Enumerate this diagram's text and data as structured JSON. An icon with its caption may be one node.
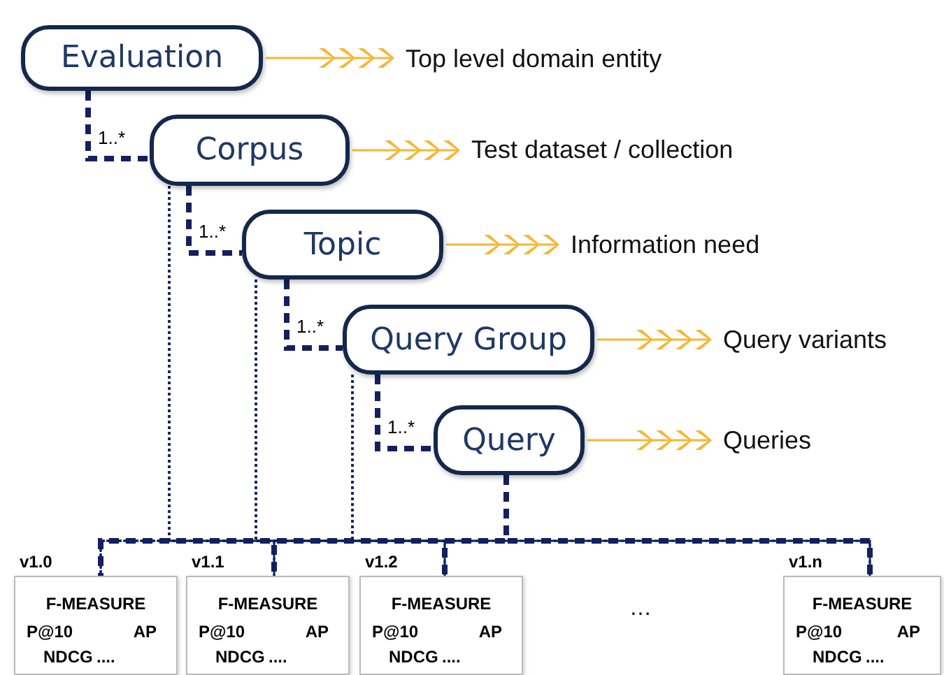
{
  "diagram": {
    "nodes": [
      {
        "text": [
          "Evaluation"
        ]
      },
      {
        "text": [
          "Top level domain entity"
        ]
      },
      {
        "text": [
          "Corpus"
        ]
      },
      {
        "text": [
          "Test dataset / collection"
        ]
      },
      {
        "text": [
          "Topic"
        ]
      },
      {
        "text": [
          "Information need"
        ]
      },
      {
        "text": [
          "Query Group"
        ]
      },
      {
        "text": [
          "Query variants"
        ]
      },
      {
        "text": [
          "Query"
        ]
      },
      {
        "text": [
          "Queries"
        ]
      },
      {
        "text": [
          "v1.0",
          "F-MEASURE",
          "P@10",
          "AP",
          "NDCG",
          "...."
        ]
      },
      {
        "text": [
          "v1.1",
          "F-MEASURE",
          "P@10",
          "AP",
          "NDCG",
          "...."
        ]
      },
      {
        "text": [
          "v1.2",
          "F-MEASURE",
          "P@10",
          "AP",
          "NDCG",
          "...."
        ]
      },
      {
        "text": [
          "v1.n",
          "F-MEASURE",
          "P@10",
          "AP",
          "NDCG",
          "...."
        ]
      }
    ],
    "edges": [
      {
        "from": 0,
        "to": 2,
        "arrow": "none",
        "label": "1..*",
        "style": "dashed"
      },
      {
        "from": 2,
        "to": 4,
        "arrow": "none",
        "label": "1..*",
        "style": "dashed"
      },
      {
        "from": 4,
        "to": 6,
        "arrow": "none",
        "label": "1..*",
        "style": "dashed"
      },
      {
        "from": 6,
        "to": 8,
        "arrow": "none",
        "label": "1..*",
        "style": "dashed"
      },
      {
        "from": 0,
        "to": 1,
        "arrow": "to",
        "color": "#f7b733"
      },
      {
        "from": 2,
        "to": 3,
        "arrow": "to",
        "color": "#f7b733"
      },
      {
        "from": 4,
        "to": 5,
        "arrow": "to",
        "color": "#f7b733"
      },
      {
        "from": 6,
        "to": 7,
        "arrow": "to",
        "color": "#f7b733"
      },
      {
        "from": 8,
        "to": 9,
        "arrow": "to",
        "color": "#f7b733"
      },
      {
        "from": 8,
        "to": 10,
        "arrow": "none",
        "style": "dashed"
      },
      {
        "from": 8,
        "to": 11,
        "arrow": "none",
        "style": "dashed"
      },
      {
        "from": 8,
        "to": 12,
        "arrow": "none",
        "style": "dashed"
      },
      {
        "from": 8,
        "to": 13,
        "arrow": "none",
        "style": "dashed"
      },
      {
        "from": 2,
        "to": 10,
        "arrow": "none",
        "style": "dashed"
      },
      {
        "from": 2,
        "to": 11,
        "arrow": "none",
        "style": "dashed"
      },
      {
        "from": 2,
        "to": 12,
        "arrow": "none",
        "style": "dashed"
      },
      {
        "from": 2,
        "to": 13,
        "arrow": "none",
        "style": "dashed"
      },
      {
        "from": 4,
        "to": 10,
        "arrow": "none",
        "style": "dashed"
      },
      {
        "from": 4,
        "to": 11,
        "arrow": "none",
        "style": "dashed"
      },
      {
        "from": 4,
        "to": 12,
        "arrow": "none",
        "style": "dashed"
      },
      {
        "from": 4,
        "to": 13,
        "arrow": "none",
        "style": "dashed"
      },
      {
        "from": 6,
        "to": 10,
        "arrow": "none",
        "style": "dashed"
      },
      {
        "from": 6,
        "to": 11,
        "arrow": "none",
        "style": "dashed"
      },
      {
        "from": 6,
        "to": 12,
        "arrow": "none",
        "style": "dashed"
      },
      {
        "from": 6,
        "to": 13,
        "arrow": "none",
        "style": "dashed"
      }
    ],
    "labels": [
      "…"
    ]
  }
}
